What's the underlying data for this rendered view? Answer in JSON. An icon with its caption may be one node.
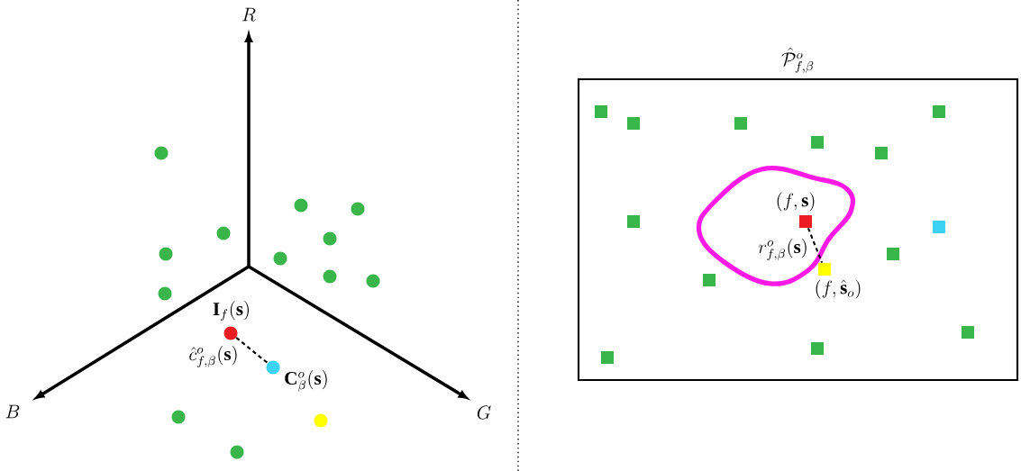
{
  "diagram": {
    "nodes": [
      {
        "text": [],
        "shape": "circle"
      },
      {
        "text": [],
        "shape": "circle"
      },
      {
        "text": [],
        "shape": "circle"
      },
      {
        "text": [],
        "shape": "circle"
      },
      {
        "text": [],
        "shape": "circle"
      },
      {
        "text": [],
        "shape": "circle"
      },
      {
        "text": [],
        "shape": "circle"
      },
      {
        "text": [],
        "shape": "circle"
      },
      {
        "text": [],
        "shape": "circle"
      },
      {
        "text": [],
        "shape": "circle"
      },
      {
        "text": [],
        "shape": "circle",
        "beside": [
          "\\mathbf{I}_f(\\mathbf{s})"
        ]
      },
      {
        "text": [],
        "shape": "circle",
        "beside": [
          "\\mathbf{C}^o_\\beta(\\mathbf{s})"
        ]
      },
      {
        "text": [],
        "shape": "circle"
      },
      {
        "text": [],
        "shape": "circle"
      },
      {
        "text": [],
        "shape": "circle"
      },
      {
        "text": [
          "\\hat{\\mathcal{P}}^o_{f,\\beta}"
        ]
      },
      {
        "text": [],
        "shape": "blob",
        "in": 15
      },
      {
        "text": [],
        "shape": "box",
        "in": 15
      },
      {
        "text": [],
        "shape": "box",
        "in": 15
      },
      {
        "text": [],
        "shape": "box",
        "in": 15
      },
      {
        "text": [],
        "shape": "box",
        "in": 15
      },
      {
        "text": [],
        "shape": "box",
        "in": 15
      },
      {
        "text": [],
        "shape": "box",
        "in": 15
      },
      {
        "text": [],
        "shape": "box",
        "in": 16,
        "beside": [
          "(f,\\mathbf{s})"
        ]
      },
      {
        "text": [],
        "shape": "box",
        "in": 15
      },
      {
        "text": [],
        "shape": "box",
        "in": 15
      },
      {
        "text": [],
        "shape": "box",
        "in": 15
      },
      {
        "text": [],
        "shape": "box",
        "in": 15,
        "beside": [
          "(f,\\hat{\\mathbf{s}}_o)"
        ]
      },
      {
        "text": [],
        "shape": "box",
        "in": 15
      },
      {
        "text": [],
        "shape": "box",
        "in": 15
      },
      {
        "text": [],
        "shape": "box",
        "in": 15
      },
      {
        "text": [],
        "shape": "box",
        "in": 15
      }
    ],
    "edges": [
      {
        "from": 10,
        "to": 11,
        "arrow": "none",
        "style": "dashed",
        "label": "\\hat{c}^o_{f,\\beta}(\\mathbf{s})"
      },
      {
        "from": 23,
        "to": 27,
        "arrow": "none",
        "style": "dashed",
        "label": "r^o_{f,\\beta}(\\mathbf{s})"
      }
    ],
    "labels": [
      "R",
      "B",
      "G"
    ]
  }
}
